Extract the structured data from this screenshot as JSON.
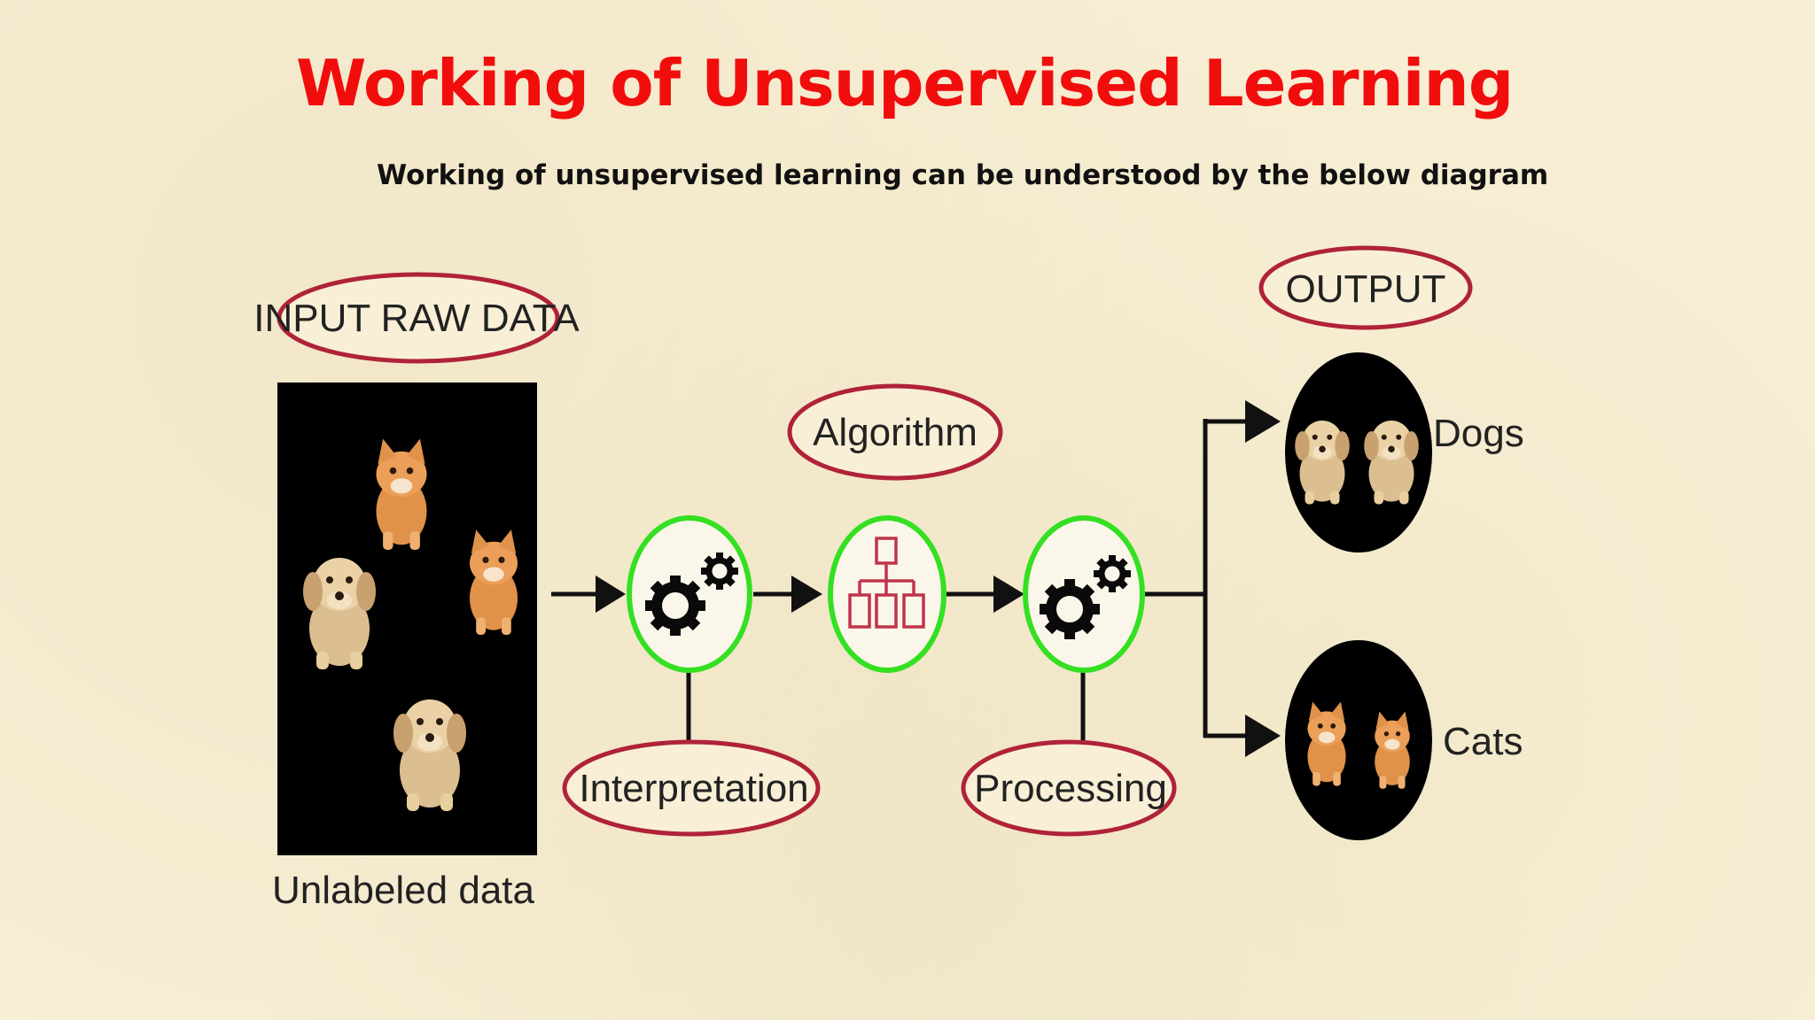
{
  "title": "Working of Unsupervised Learning",
  "subtitle": "Working of unsupervised learning can be understood by the below diagram",
  "diagram": {
    "input_label": "INPUT RAW DATA",
    "input_caption": "Unlabeled data",
    "algorithm_label": "Algorithm",
    "interpretation_label": "Interpretation",
    "processing_label": "Processing",
    "output_label": "OUTPUT",
    "output_dogs": "Dogs",
    "output_cats": "Cats"
  },
  "colors": {
    "title": "#f20d0d",
    "oval_border": "#b0223a",
    "node_ring": "#34e022",
    "background": "#f8efd6"
  },
  "icons": {
    "interpretation_node": "gears-icon",
    "algorithm_node": "hierarchy-icon",
    "processing_node": "gears-icon"
  }
}
